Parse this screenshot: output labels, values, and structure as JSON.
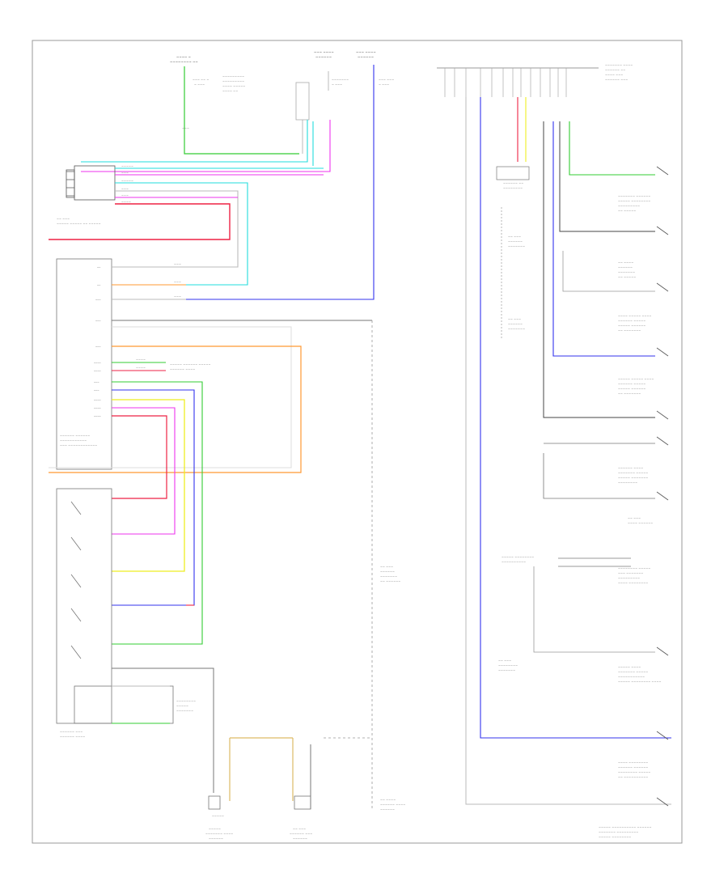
{
  "diagram_code": "",
  "colors": {
    "wire_green": "#33cc33",
    "wire_cyan": "#22dddd",
    "wire_magenta": "#ee33ee",
    "wire_blue": "#3333ee",
    "wire_red": "#ee2244",
    "wire_orange": "#ff9933",
    "wire_yellow": "#eeee22",
    "wire_black": "#222222",
    "wire_gray": "#aaaaaa",
    "wire_pink": "#ff99aa",
    "wire_violet": "#9944cc",
    "wire_tan": "#ddbb66",
    "frame": "#999999"
  },
  "components": [
    "fuse-box-top-left",
    "fuse-top-center-1",
    "fuse-top-center-2",
    "connector-top-right",
    "junction-block-left",
    "module-left-control",
    "window-switch-master",
    "ground-center",
    "switches-right-column",
    "motor-bottom-left",
    "motor-bottom-center"
  ],
  "legible_text": []
}
